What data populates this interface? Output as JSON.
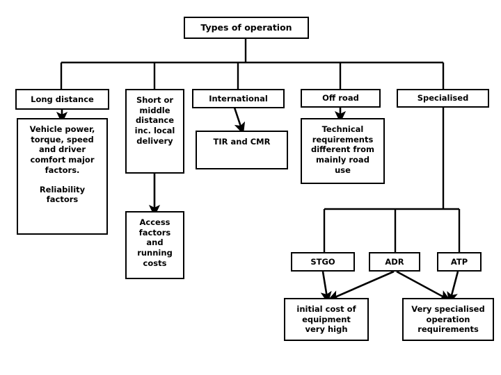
{
  "diagram": {
    "title": "Types of operation",
    "type": "tree-flowchart",
    "background_color": "#ffffff",
    "line_color": "#000000",
    "box_border_color": "#000000",
    "box_fill_color": "#ffffff",
    "text_color": "#000000",
    "nodes": {
      "root": {
        "label": "Types of operation"
      },
      "long_distance": {
        "label": "Long distance"
      },
      "long_distance_detail": {
        "line1": "Vehicle power,\ntorque, speed\nand driver\ncomfort major\nfactors.",
        "line2": "Reliability\nfactors"
      },
      "short_middle": {
        "label": "Short or\nmiddle\ndistance\ninc. local\ndelivery"
      },
      "short_middle_detail": {
        "label": "Access\nfactors\nand\nrunning\ncosts"
      },
      "international": {
        "label": "International"
      },
      "international_detail": {
        "label": "TIR and CMR"
      },
      "off_road": {
        "label": "Off road"
      },
      "off_road_detail": {
        "label": "Technical\nrequirements\ndifferent from\nmainly road\nuse"
      },
      "specialised": {
        "label": "Specialised"
      },
      "stgo": {
        "label": "STGO"
      },
      "adr": {
        "label": "ADR"
      },
      "atp": {
        "label": "ATP"
      },
      "initial_cost": {
        "label": "initial cost of\nequipment\nvery high"
      },
      "very_specialised": {
        "label": "Very specialised\noperation\nrequirements"
      }
    }
  }
}
